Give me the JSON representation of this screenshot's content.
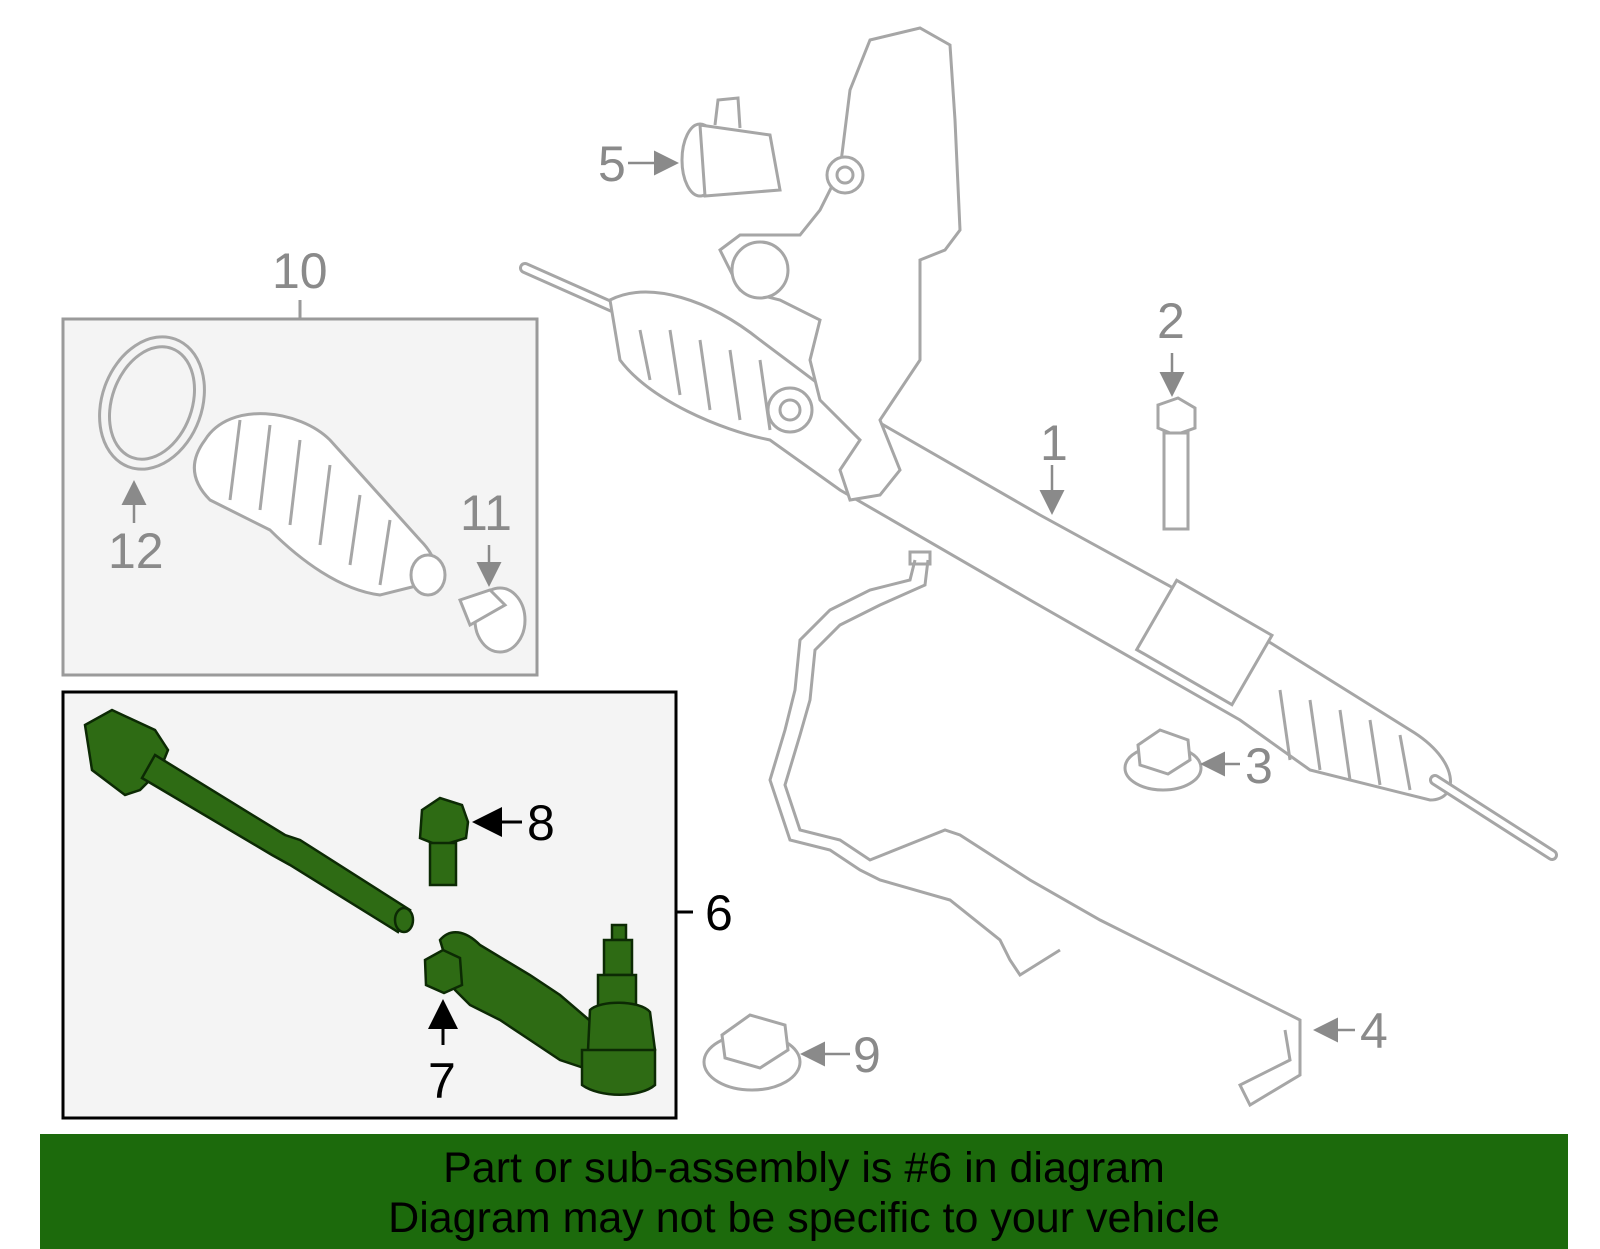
{
  "callouts": {
    "n1": "1",
    "n2": "2",
    "n3": "3",
    "n4": "4",
    "n5": "5",
    "n6": "6",
    "n7": "7",
    "n8": "8",
    "n9": "9",
    "n10": "10",
    "n11": "11",
    "n12": "12"
  },
  "banner": {
    "line1": "Part or sub-assembly is #6 in diagram",
    "line2": "Diagram may not be specific to your vehicle"
  },
  "colors": {
    "highlight": "#1c6a0c",
    "part_fill": "#2e6b14",
    "gray_line": "#a6a6a6",
    "box_fill": "#f4f4f4"
  }
}
